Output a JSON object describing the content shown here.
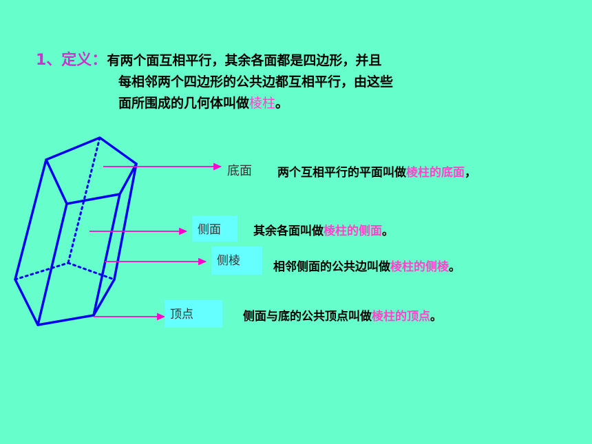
{
  "definition": {
    "heading": "1、定义：",
    "line1": "有两个面互相平行，其余各面都是四边形，并且",
    "line2": "每相邻两个四边形的公共边都互相平行，由这些",
    "line3_prefix": "面所围成的几何体叫做",
    "line3_term": "棱柱",
    "line3_end": "。"
  },
  "terms": [
    {
      "label": "底面",
      "desc_prefix": "两个互相平行的平面叫做",
      "desc_term": "棱柱的底面",
      "desc_end": "，"
    },
    {
      "label": "侧面",
      "desc_prefix": "其余各面叫做",
      "desc_term": "棱柱的侧面",
      "desc_end": "。"
    },
    {
      "label": "侧棱",
      "desc_prefix": "相邻侧面的公共边叫做",
      "desc_term": "棱柱的侧棱",
      "desc_end": "。"
    },
    {
      "label": "顶点",
      "desc_prefix": "侧面与底的公共顶点叫做",
      "desc_term": "棱柱的顶点",
      "desc_end": "。"
    }
  ],
  "colors": {
    "background": "#66ffcc",
    "prism": "#0000ee",
    "arrow": "#ff00cc",
    "highlight": "#ff44cc",
    "label_box": "#66ffff"
  }
}
